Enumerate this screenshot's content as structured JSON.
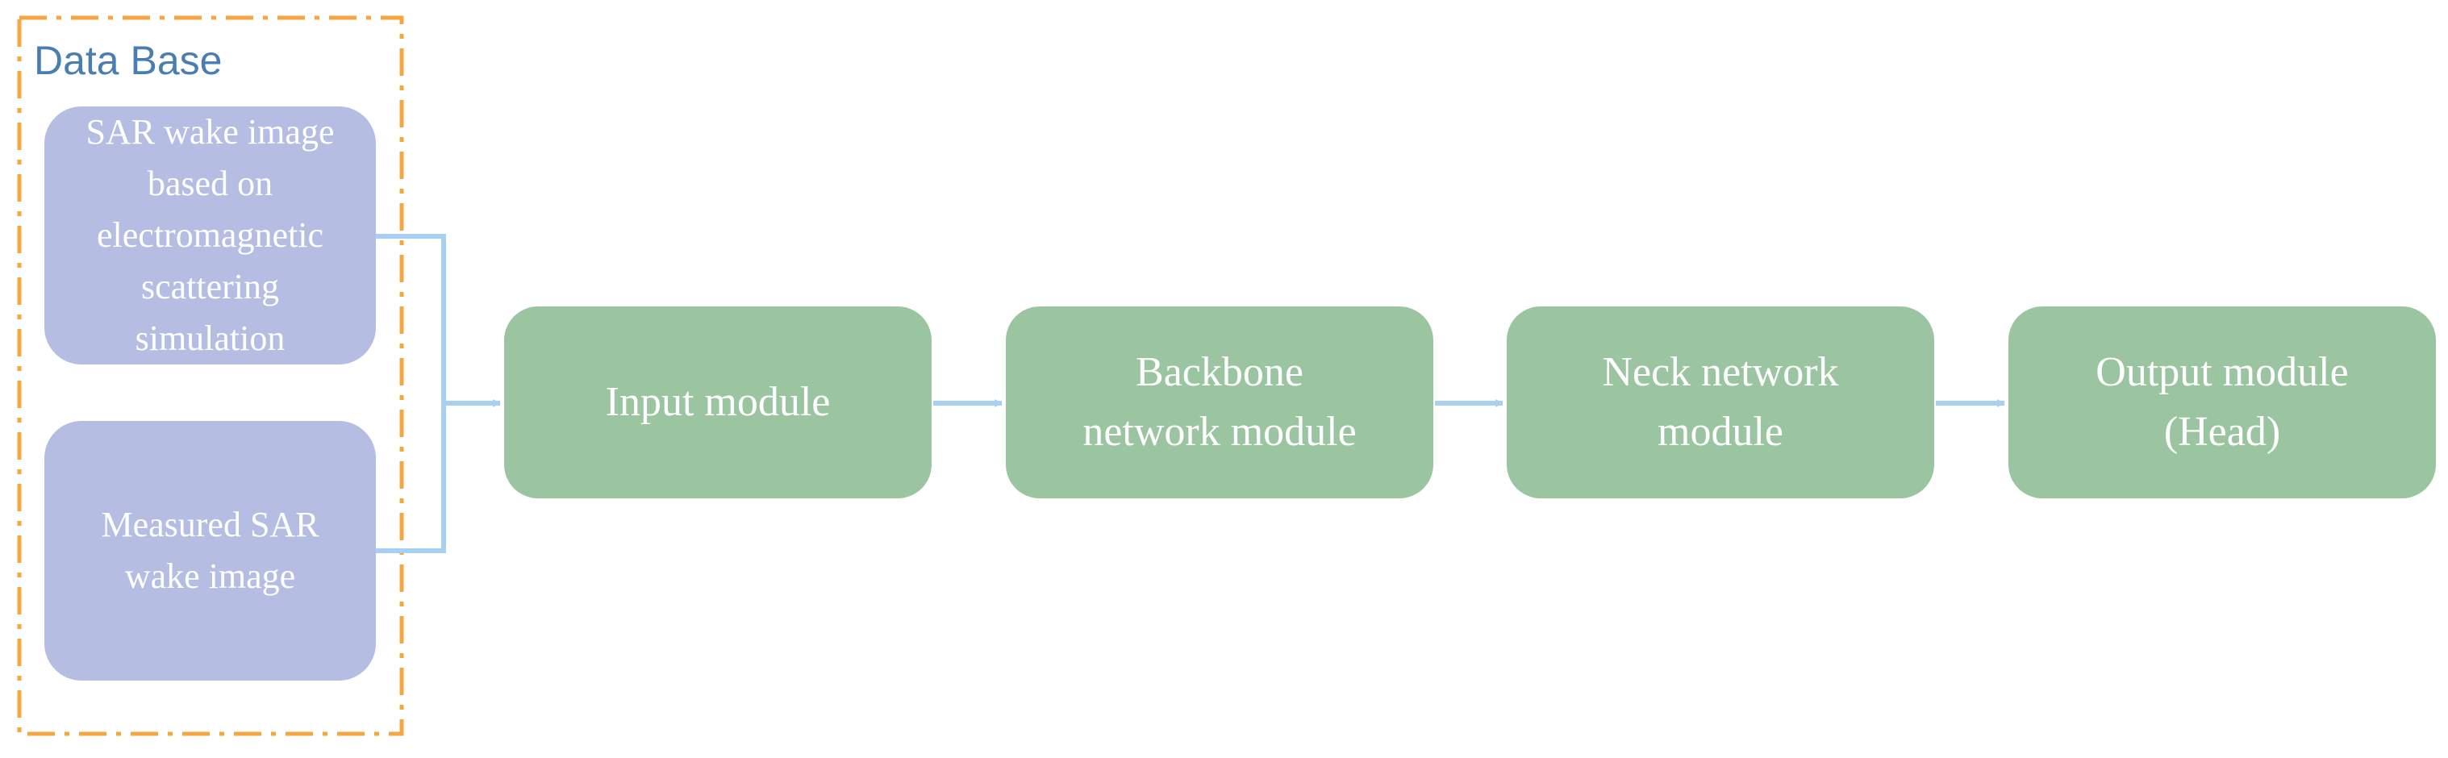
{
  "database": {
    "title": "Data Base",
    "sources": [
      {
        "lines": [
          "SAR wake image",
          "based on",
          "electromagnetic",
          "scattering",
          "simulation"
        ]
      },
      {
        "lines": [
          "Measured SAR",
          "wake image"
        ]
      }
    ]
  },
  "modules": [
    {
      "lines": [
        "Input module"
      ]
    },
    {
      "lines": [
        "Backbone",
        "network module"
      ]
    },
    {
      "lines": [
        "Neck network",
        "module"
      ]
    },
    {
      "lines": [
        "Output module",
        "(Head)"
      ]
    }
  ],
  "colors": {
    "database_border": "#f5a742",
    "database_title": "#4a7eb3",
    "source_fill": "#b5bde3",
    "module_fill": "#9bc5a1",
    "arrow": "#a8d0f2",
    "text": "#ffffff"
  }
}
